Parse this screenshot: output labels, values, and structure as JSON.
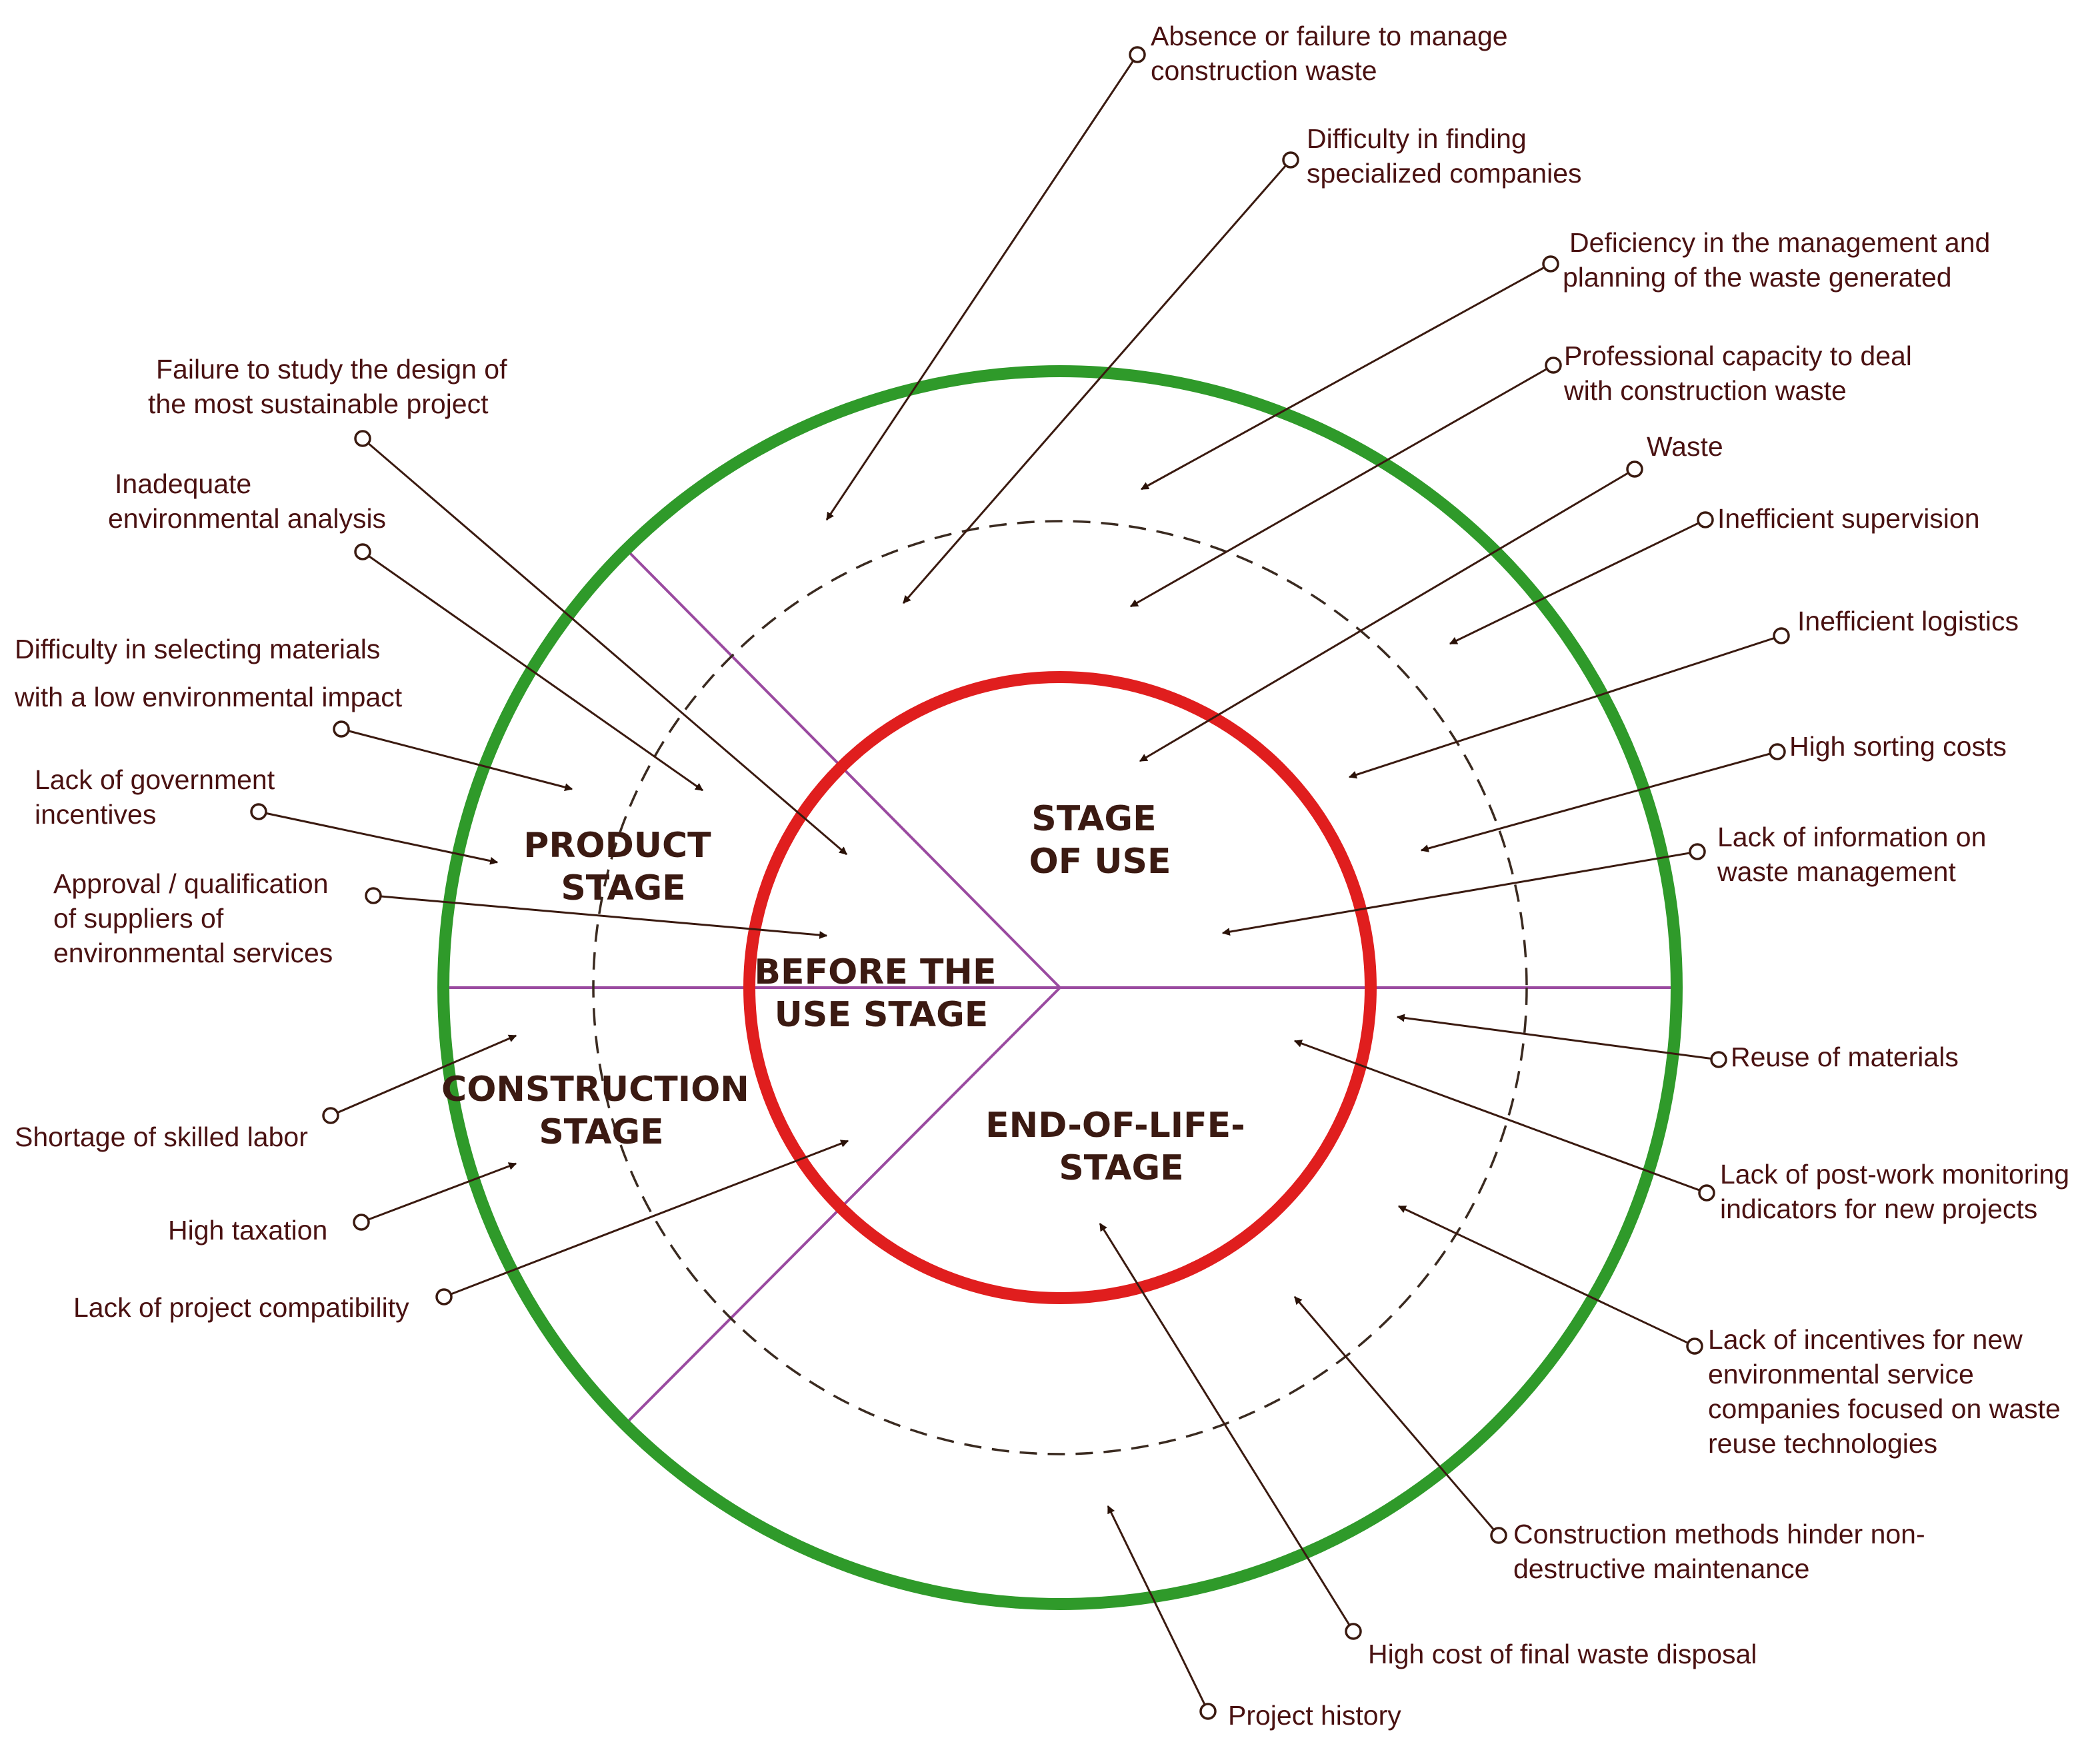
{
  "colors": {
    "outer_ring": "#2f9a2a",
    "inner_ring": "#e01e1e",
    "dashed_ring": "#3a2a20",
    "divider": "#9a4aa0",
    "label_text": "#4a1212",
    "leader_line": "#3a1a10"
  },
  "stages": {
    "product": [
      "PRODUCT",
      "STAGE"
    ],
    "construction": [
      "CONSTRUCTION",
      "STAGE"
    ],
    "before_use": [
      "BEFORE THE",
      "USE STAGE"
    ],
    "use": [
      "STAGE",
      "OF USE"
    ],
    "end_of_life": [
      "END-OF-LIFE-",
      "STAGE"
    ]
  },
  "factors": {
    "absence_waste": [
      "Absence or failure to manage",
      "construction waste"
    ],
    "specialized_companies": [
      "Difficulty in finding",
      "specialized companies"
    ],
    "deficiency_management": [
      "Deficiency in the management and",
      "planning of the waste generated"
    ],
    "professional_capacity": [
      "Professional capacity to deal",
      "with construction waste"
    ],
    "waste": [
      "Waste"
    ],
    "inefficient_supervision": [
      "Inefficient supervision"
    ],
    "inefficient_logistics": [
      "Inefficient logistics"
    ],
    "high_sorting_costs": [
      "High sorting costs"
    ],
    "lack_information": [
      "Lack of information on",
      "waste management"
    ],
    "reuse_materials": [
      "Reuse of materials"
    ],
    "post_work_indicators": [
      "Lack of post-work monitoring",
      "indicators for new projects"
    ],
    "incentives_service_companies": [
      "Lack of incentives for new",
      "environmental service",
      "companies focused on waste",
      "reuse technologies"
    ],
    "construction_methods": [
      "Construction methods hinder non-",
      "destructive maintenance"
    ],
    "final_disposal_cost": [
      "High cost of final waste disposal"
    ],
    "project_history": [
      "Project history"
    ],
    "failure_design": [
      "Failure to study the design of",
      "the most sustainable project"
    ],
    "environmental_analysis": [
      "Inadequate",
      "environmental analysis"
    ],
    "selecting_materials": [
      "Difficulty in selecting materials",
      "with a low environmental impact"
    ],
    "government_incentives": [
      "Lack of government",
      "incentives"
    ],
    "supplier_approval": [
      "Approval / qualification",
      "of suppliers of",
      "environmental services"
    ],
    "skilled_labor": [
      "Shortage of skilled labor"
    ],
    "high_taxation": [
      "High taxation"
    ],
    "project_compatibility": [
      "Lack of project compatibility"
    ]
  }
}
